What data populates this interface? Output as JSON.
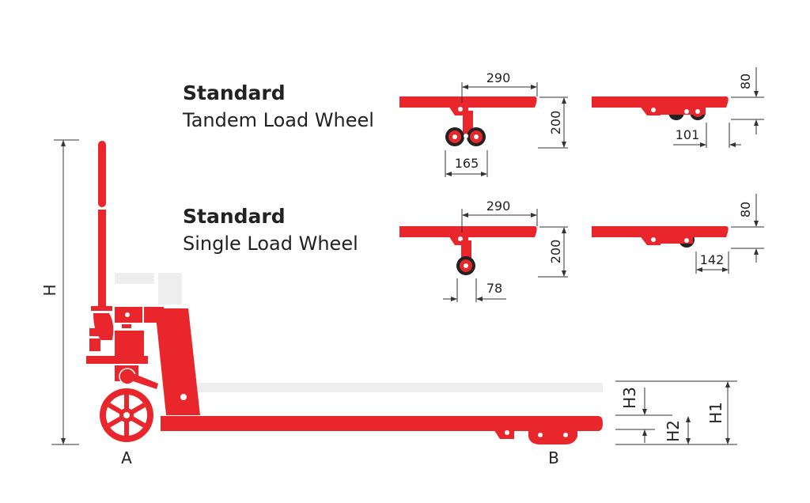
{
  "colors": {
    "accent": "#e8262b",
    "line": "#333333"
  },
  "tandem": {
    "title": "Standard",
    "subtitle": "Tandem Load Wheel",
    "dim_290": "290",
    "dim_200": "200",
    "dim_165": "165",
    "dim_80": "80",
    "dim_101": "101"
  },
  "single": {
    "title": "Standard",
    "subtitle": "Single Load Wheel",
    "dim_290": "290",
    "dim_200": "200",
    "dim_78": "78",
    "dim_80": "80",
    "dim_142": "142"
  },
  "truck": {
    "height_label": "H",
    "point_a": "A",
    "point_b": "B",
    "h1": "H1",
    "h2": "H2",
    "h3": "H3"
  }
}
